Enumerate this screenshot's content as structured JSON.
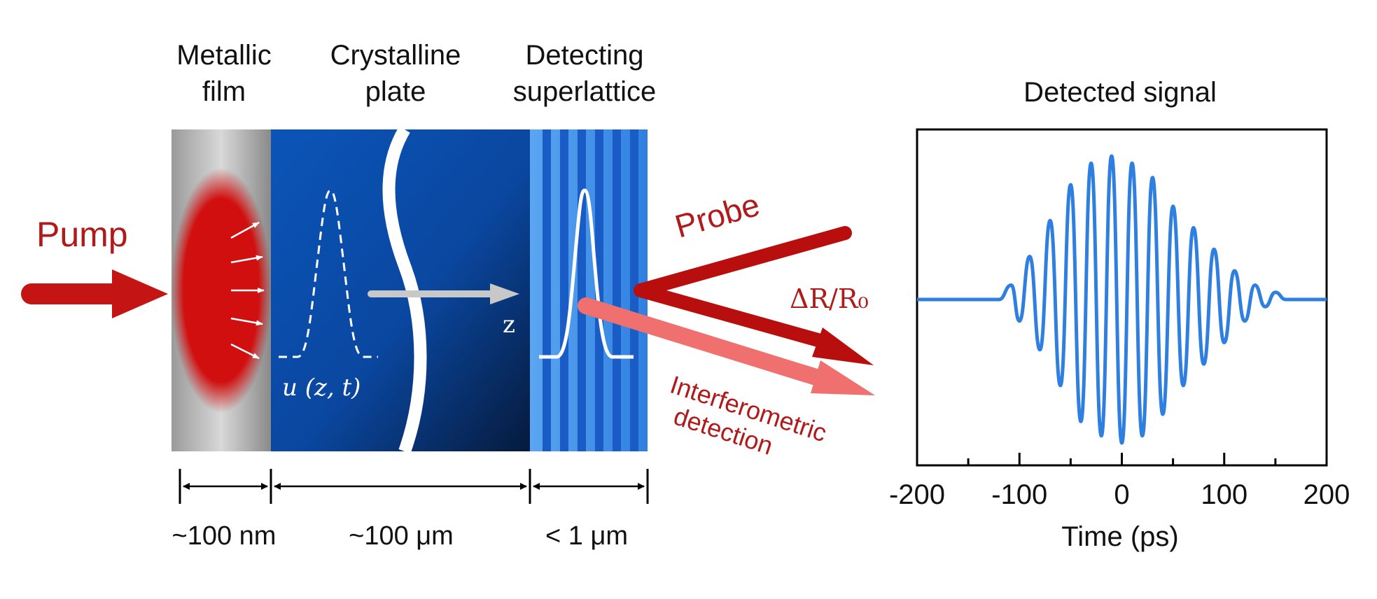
{
  "layers": {
    "metallic_film": {
      "line1": "Metallic",
      "line2": "film",
      "thickness": "~100 nm"
    },
    "crystalline_plate": {
      "line1": "Crystalline",
      "line2": "plate",
      "thickness": "~100 μm"
    },
    "detecting_superlattice": {
      "line1": "Detecting",
      "line2": "superlattice",
      "thickness": "< 1 μm"
    }
  },
  "labels": {
    "pump": "Pump",
    "probe": "Probe",
    "delta_r": "ΔR/R₀",
    "interferometric_line1": "Interferometric",
    "interferometric_line2": "detection",
    "strain_pulse": "u (z, t)",
    "z_axis": "z"
  },
  "colors": {
    "pump_red": "#c41414",
    "plate_blue": "#0a4fb0",
    "signal_blue": "#2f7fe0",
    "reflected_pink": "#f07070"
  },
  "chart_data": {
    "type": "line",
    "title": "Detected signal",
    "xlabel": "Time (ps)",
    "ylabel": "",
    "xlim": [
      -200,
      200
    ],
    "x_ticks": [
      "-200",
      "-100",
      "0",
      "100",
      "200"
    ],
    "description_of_series": "Oscillating wave packet centred near 0 ps",
    "series": [
      {
        "x": [
          -200,
          -120,
          -108,
          -100,
          -90,
          -80,
          -70,
          -60,
          -50,
          -40,
          -30,
          -20,
          -10,
          0,
          10,
          20,
          30,
          40,
          50,
          60,
          70,
          80,
          90,
          100,
          110,
          120,
          130,
          140,
          150,
          160,
          170,
          200
        ],
        "y": [
          0,
          0,
          0.1,
          -0.15,
          0.3,
          -0.35,
          0.55,
          -0.6,
          0.8,
          -0.85,
          0.95,
          -0.95,
          1.0,
          -1.0,
          0.95,
          -0.95,
          0.85,
          -0.8,
          0.65,
          -0.6,
          0.5,
          -0.45,
          0.35,
          -0.3,
          0.2,
          -0.15,
          0.1,
          -0.05,
          0.05,
          0,
          0,
          0
        ]
      }
    ]
  }
}
